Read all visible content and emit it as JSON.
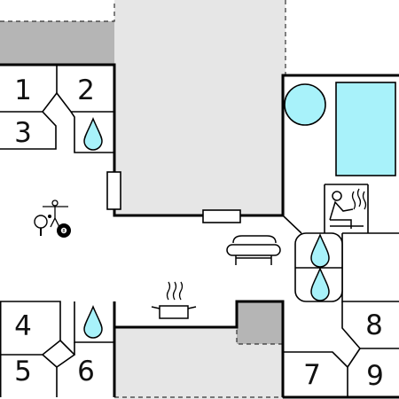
{
  "rooms": {
    "r1": "1",
    "r2": "2",
    "r3": "3",
    "r4": "4",
    "r5": "5",
    "r6": "6",
    "r7": "7",
    "r8": "8",
    "r9": "9"
  },
  "colors": {
    "water": "#a8f2fa",
    "outdoor": "#e6e6e6",
    "roof": "#b5b5b5",
    "wall": "#000000"
  },
  "icons": [
    "shower-icon",
    "pool-icon",
    "hot-tub-icon",
    "sauna-icon",
    "sofa-icon",
    "cooking-pot-icon",
    "table-football-icon",
    "table-tennis-icon",
    "billiard-ball-icon"
  ]
}
